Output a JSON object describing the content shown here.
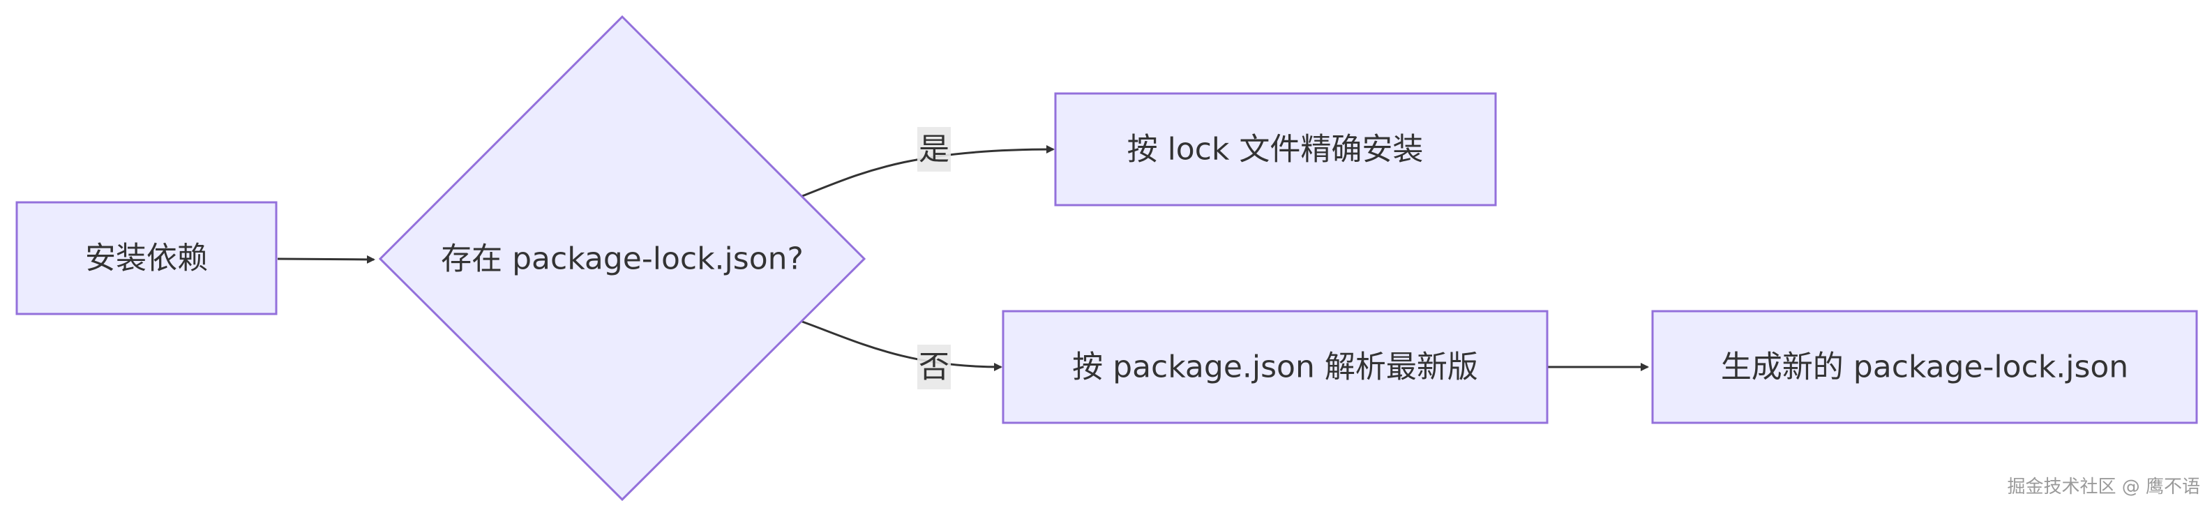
{
  "nodes": {
    "install": "安装依赖",
    "decision": "存在 package-lock.json?",
    "exact_install": "按 lock 文件精确安装",
    "resolve_latest": "按 package.json 解析最新版",
    "generate_lock": "生成新的 package-lock.json"
  },
  "edges": {
    "yes_label": "是",
    "no_label": "否"
  },
  "watermark": "掘金技术社区 @ 鹰不语",
  "colors": {
    "node_fill": "#ececff",
    "node_stroke": "#9370db",
    "edge": "#333333",
    "label_bg": "#e8e8e8",
    "text": "#333333"
  }
}
